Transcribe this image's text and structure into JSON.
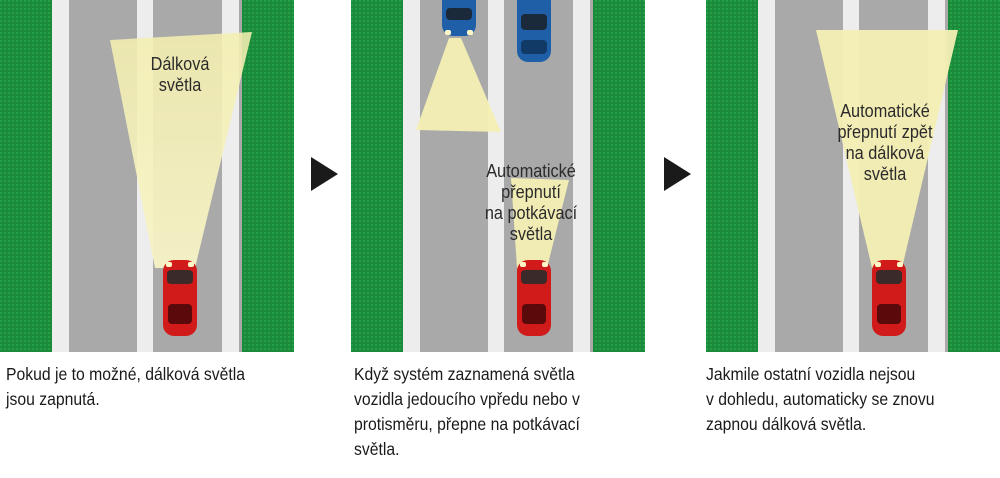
{
  "colors": {
    "grass": "#1e8a3a",
    "road": "#a9a9a9",
    "lane_stripe": "#eeeeee",
    "beam": "#f4efb4",
    "ego_car": "#d11a1a",
    "other_car": "#1e5fa8",
    "arrow": "#1a1a1a"
  },
  "panels": [
    {
      "beam_label_lines": [
        "Dálková",
        "světla"
      ],
      "caption_lines": [
        "Pokud je to možné, dálková světla",
        "jsou zapnutá."
      ]
    },
    {
      "beam_label_lines": [
        "Automatické",
        "přepnutí",
        "na potkávací",
        "světla"
      ],
      "caption_lines": [
        "Když systém zaznamená světla",
        "vozidla jedoucího vpředu nebo v",
        "protisměru, přepne na potkávací",
        "světla."
      ]
    },
    {
      "beam_label_lines": [
        "Automatické",
        "přepnutí zpět",
        "na dálková",
        "světla"
      ],
      "caption_lines": [
        "Jakmile ostatní vozidla nejsou",
        "v dohledu, automaticky se znovu",
        "zapnou dálková světla."
      ]
    }
  ],
  "icons": [
    "arrow-right-icon",
    "car-icon"
  ]
}
